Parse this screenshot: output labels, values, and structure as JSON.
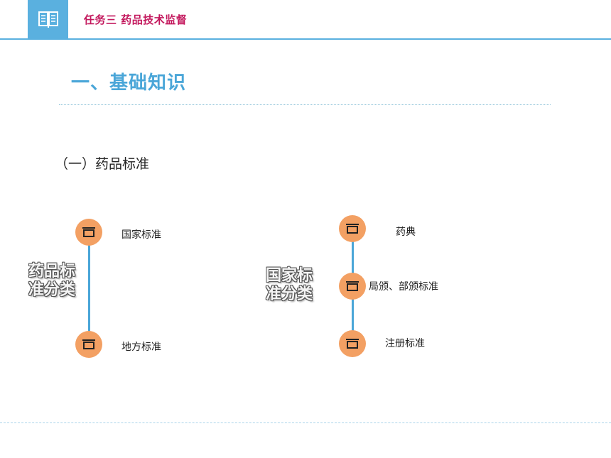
{
  "header": {
    "title": "任务三  药品技术监督",
    "icon": "book-icon",
    "accent_color": "#5ab0df",
    "title_color": "#c3185d"
  },
  "section": {
    "title": "一、基础知识"
  },
  "subsection": {
    "title": "（一）药品标准"
  },
  "diagram_left": {
    "label": "药品标准分类",
    "items": [
      "国家标准",
      "地方标准"
    ]
  },
  "diagram_right": {
    "label": "国家标准分类",
    "items": [
      "药典",
      "局颁、部颁标准",
      "注册标准"
    ]
  },
  "node_color": "#f3a063",
  "line_color": "#4aa6d8"
}
